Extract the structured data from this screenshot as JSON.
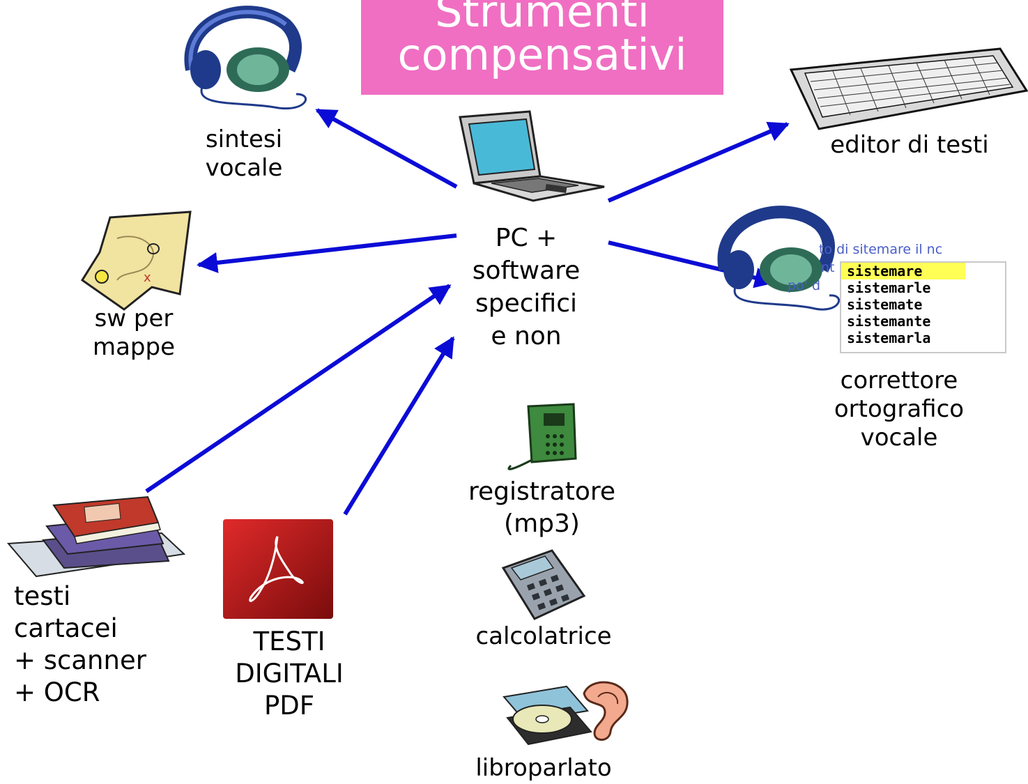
{
  "title": {
    "line1": "Strumenti",
    "line2": "compensativi"
  },
  "center": {
    "lines": [
      "PC +",
      "software",
      "specifici",
      "e non"
    ]
  },
  "nodes": {
    "sintesi": [
      "sintesi",
      "vocale"
    ],
    "mappe": [
      "sw per",
      "mappe"
    ],
    "editor": [
      "editor di testi"
    ],
    "correttore": [
      "correttore",
      "ortografico",
      "vocale"
    ],
    "testi": [
      "testi",
      "cartacei",
      "+ scanner",
      "+ OCR"
    ],
    "pdf": [
      "TESTI",
      "DIGITALI",
      "PDF"
    ],
    "registratore": [
      "registratore",
      "(mp3)"
    ],
    "calcolatrice": [
      "calcolatrice"
    ],
    "libroparlato": [
      "libroparlato"
    ]
  },
  "spellcheck": {
    "background_lines": [
      "to di sitemare il nc",
      "nt",
      "po' d"
    ],
    "suggestions": [
      "sistemare",
      "sistemarle",
      "sistemate",
      "sistemante",
      "sistemarla"
    ],
    "selected": "sistemare"
  },
  "colors": {
    "arrow": "#0b0bd6",
    "title_bg": "#f06fc2",
    "title_text": "#ffffff"
  },
  "icons": [
    "headphones-icon",
    "laptop-icon",
    "keyboard-icon",
    "map-icon",
    "books-scanner-icon",
    "pdf-icon",
    "voice-recorder-icon",
    "calculator-icon",
    "cd-ear-icon"
  ]
}
